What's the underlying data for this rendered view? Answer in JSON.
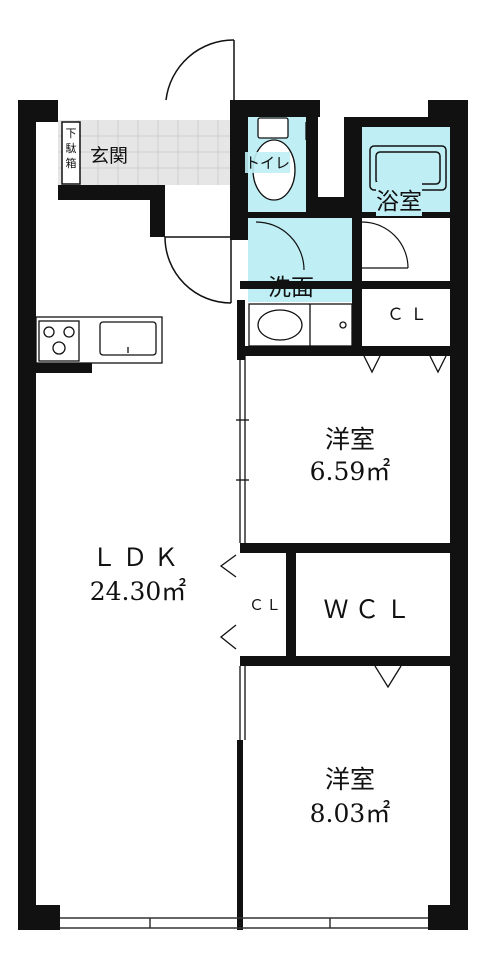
{
  "rooms": {
    "genkan": "玄関",
    "getabako": "下駄箱",
    "toilet": "トイレ",
    "bath": "浴室",
    "washroom": "洗面",
    "cl_upper": "ＣＬ",
    "ldk_name": "ＬＤＫ",
    "ldk_area": "24.30㎡",
    "room1_name": "洋室",
    "room1_area": "6.59㎡",
    "cl_small": "ＣＬ",
    "wcl": "ＷＣＬ",
    "room2_name": "洋室",
    "room2_area": "8.03㎡"
  },
  "colors": {
    "wall": "#111111",
    "water": "#bfeff5",
    "tile": "#e8e8e8",
    "floor": "#ffffff"
  }
}
